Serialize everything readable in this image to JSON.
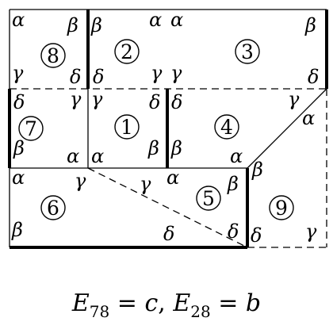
{
  "equation": {
    "E": "E",
    "sub1": "78",
    "mid": " = ",
    "c": "c",
    "comma": ", ",
    "sub2": "28",
    "b": "b"
  },
  "tiles": [
    {
      "number": "8",
      "corners": {
        "tl": "α",
        "tr": "β",
        "bl": "γ",
        "br": "δ"
      }
    },
    {
      "number": "2",
      "corners": {
        "tl": "β",
        "tr": "α",
        "bl": "δ",
        "br": "γ"
      }
    },
    {
      "number": "3",
      "corners": {
        "tl": "α",
        "tr": "β",
        "bl": "γ",
        "br": "δ"
      }
    },
    {
      "number": "7",
      "corners": {
        "tl": "δ",
        "tr": "γ",
        "bl": "β",
        "br": "α"
      }
    },
    {
      "number": "1",
      "corners": {
        "tl": "γ",
        "tr": "δ",
        "bl": "α",
        "br": "β"
      }
    },
    {
      "number": "4",
      "corners": {
        "tl": "δ",
        "tr": "γ",
        "tr2": "α",
        "bl": "β",
        "br": "α"
      }
    },
    {
      "number": "6",
      "corners": {
        "tl": "α",
        "tr": "γ",
        "bl": "β",
        "br": "δ"
      }
    },
    {
      "number": "5",
      "corners": {
        "tl": "γ",
        "tm": "α",
        "tr": "β",
        "br": "δ"
      }
    },
    {
      "number": "9",
      "corners": {
        "tl": "β",
        "bl": "δ",
        "br": "γ"
      }
    }
  ]
}
